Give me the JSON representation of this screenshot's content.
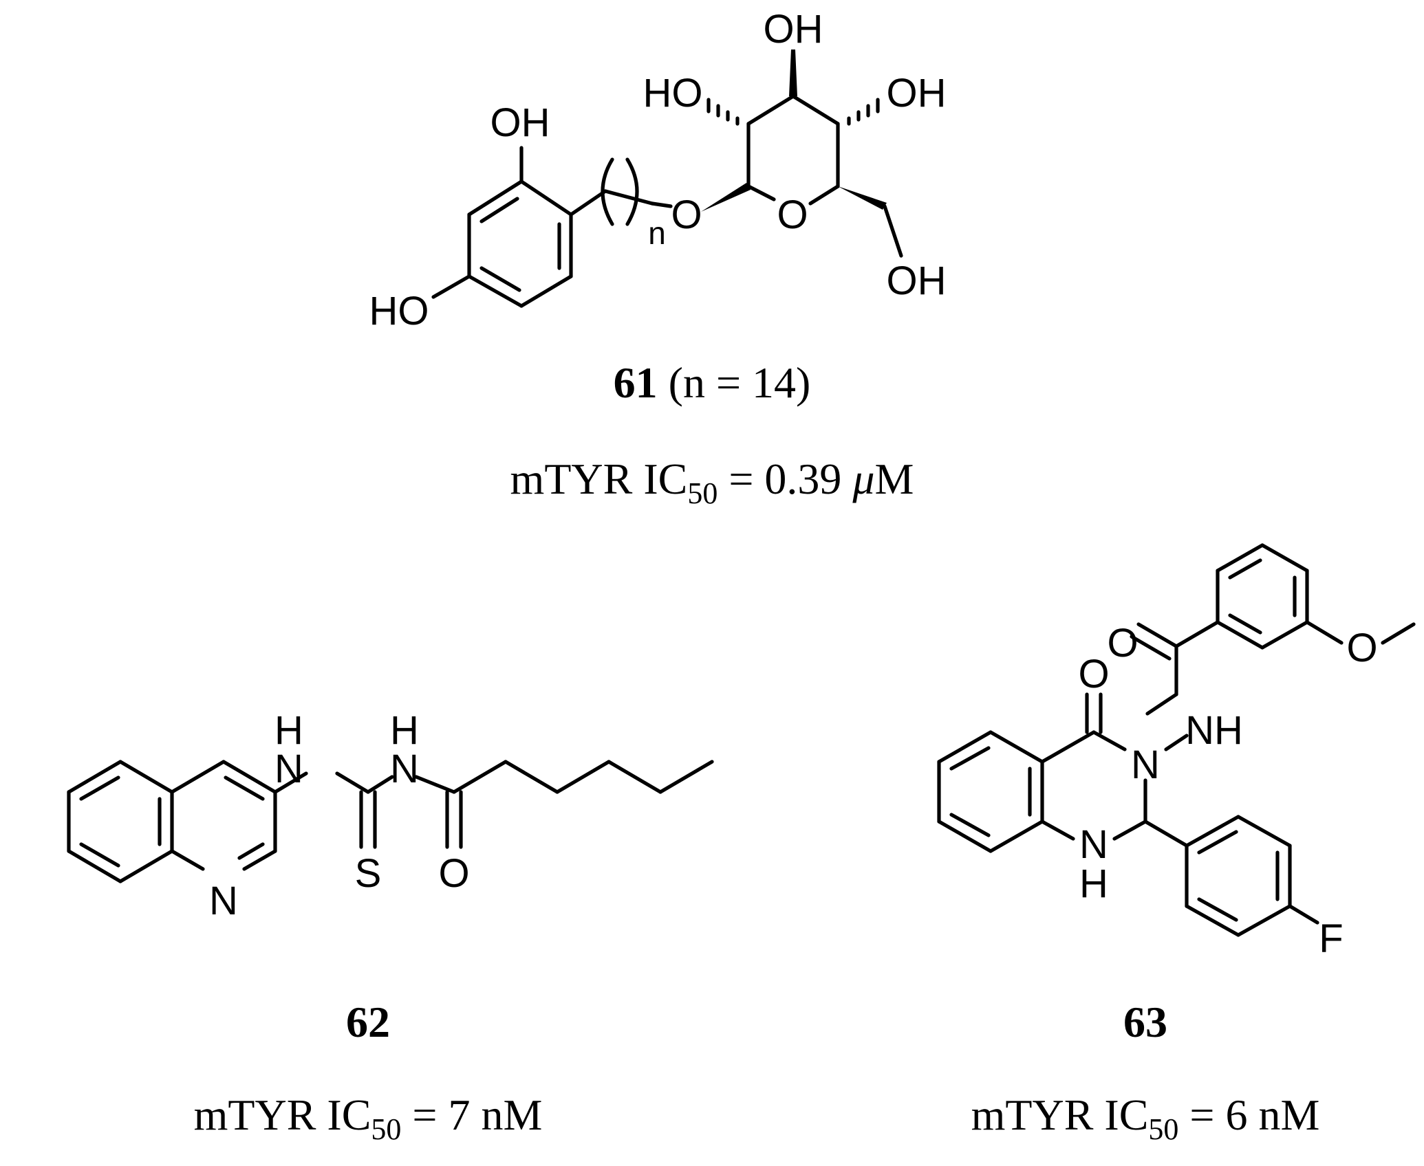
{
  "compounds": [
    {
      "id": "61",
      "condition": "(n = 14)",
      "assay_prefix": "mTYR IC",
      "assay_sub": "50",
      "relation": "=",
      "value": "0.39",
      "unit_prefix": "μ",
      "unit_base": "M",
      "atom_labels": [
        "OH",
        "HO",
        "OH",
        "HO",
        "O",
        "O",
        "OH",
        "n"
      ]
    },
    {
      "id": "62",
      "assay_prefix": "mTYR IC",
      "assay_sub": "50",
      "relation": "=",
      "value": "7",
      "unit": "nM",
      "atom_labels": [
        "H",
        "N",
        "H",
        "N",
        "S",
        "O",
        "N"
      ]
    },
    {
      "id": "63",
      "assay_prefix": "mTYR IC",
      "assay_sub": "50",
      "relation": "=",
      "value": "6",
      "unit": "nM",
      "atom_labels": [
        "O",
        "O",
        "N",
        "NH",
        "N",
        "H",
        "F",
        "O"
      ]
    }
  ]
}
